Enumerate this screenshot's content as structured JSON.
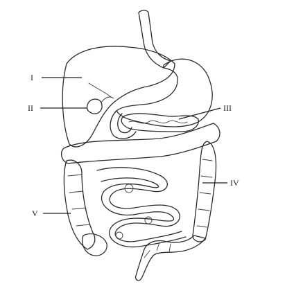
{
  "diagram": {
    "labels": {
      "I": "I",
      "II": "II",
      "III": "III",
      "IV": "IV",
      "V": "V"
    }
  }
}
